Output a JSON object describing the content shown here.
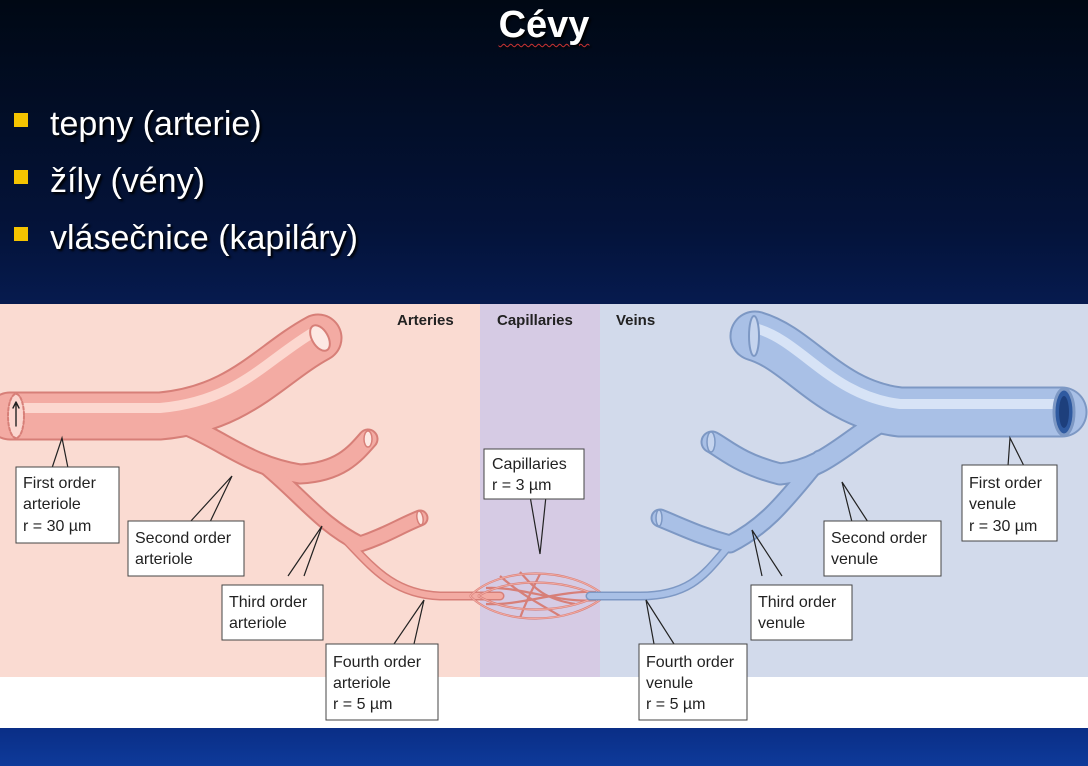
{
  "slide": {
    "title": "Cévy",
    "bullets": [
      "tepny (arterie)",
      "žíly (vény)",
      "vlásečnice (kapiláry)"
    ]
  },
  "diagram": {
    "sections": {
      "arteries": "Arteries",
      "capillaries": "Capillaries",
      "veins": "Veins"
    },
    "labels": {
      "first_arteriole": [
        "First order",
        "arteriole",
        "r = 30 µm"
      ],
      "second_arteriole": [
        "Second order",
        "arteriole"
      ],
      "third_arteriole": [
        "Third order",
        "arteriole"
      ],
      "fourth_arteriole": [
        "Fourth order",
        "arteriole",
        "r = 5 µm"
      ],
      "capillaries": [
        "Capillaries",
        "r = 3 µm"
      ],
      "fourth_venule": [
        "Fourth order",
        "venule",
        "r = 5 µm"
      ],
      "third_venule": [
        "Third order",
        "venule"
      ],
      "second_venule": [
        "Second order",
        "venule"
      ],
      "first_venule": [
        "First order",
        "venule",
        "r = 30 µm"
      ]
    },
    "colors": {
      "arteries_bg": "#fadbd2",
      "capillaries_bg": "#d6cbe4",
      "veins_bg": "#d2daeb",
      "artery": "#f0a49c",
      "vein": "#9bb6e0"
    }
  }
}
